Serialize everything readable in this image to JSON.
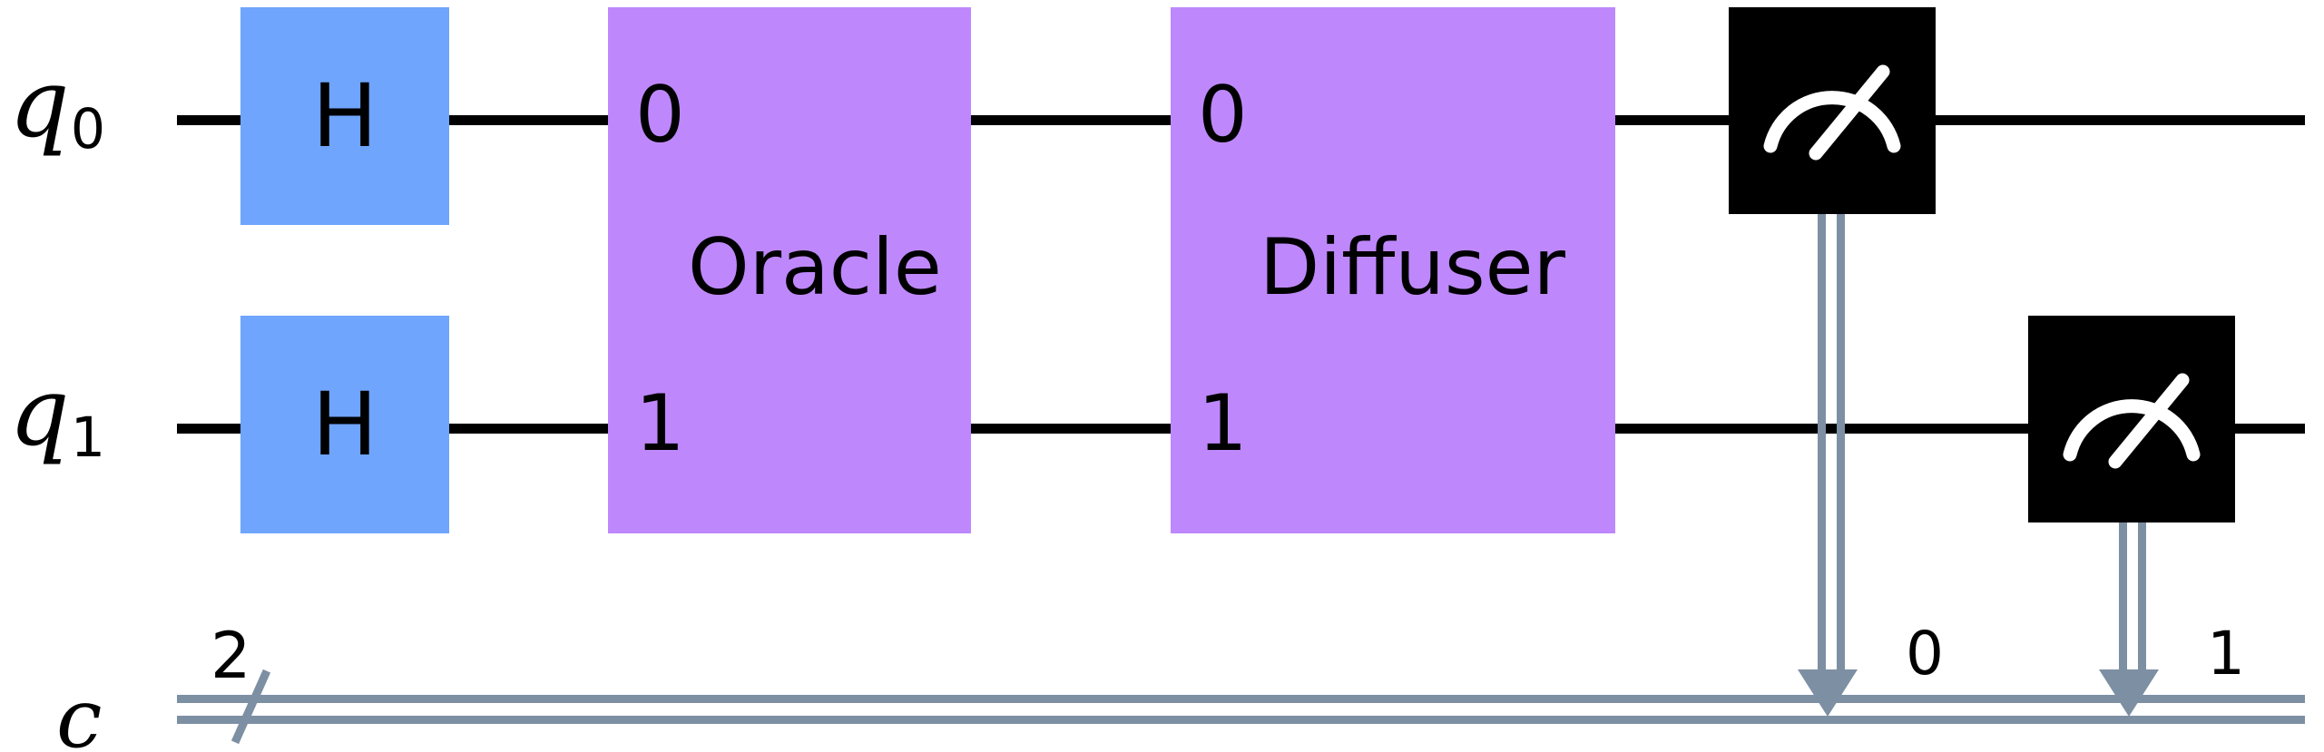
{
  "circuit": {
    "qubits": [
      {
        "name": "q",
        "index": "0"
      },
      {
        "name": "q",
        "index": "1"
      }
    ],
    "classical_register": {
      "label": "c",
      "width": "2"
    },
    "gates": {
      "hadamard_q0": "H",
      "hadamard_q1": "H",
      "oracle": {
        "name": "Oracle",
        "port_top": "0",
        "port_bottom": "1"
      },
      "diffuser": {
        "name": "Diffuser",
        "port_top": "0",
        "port_bottom": "1"
      },
      "measure_q0": "measure-icon",
      "measure_q1": "measure-icon"
    },
    "classical_bit_labels": {
      "from_q0": "0",
      "from_q1": "1"
    },
    "colors": {
      "hadamard": "#6fa5fd",
      "composite": "#be88fc",
      "measure": "#000000",
      "quantum_wire": "#000000",
      "classical_wire": "#7d8fa3",
      "background": "#ffffff"
    }
  }
}
